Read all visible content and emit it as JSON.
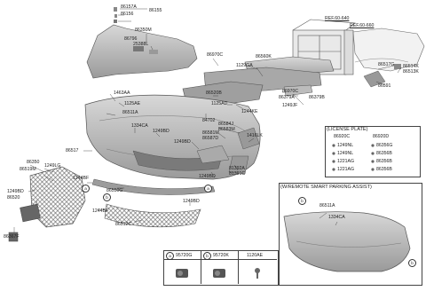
{
  "labels": {
    "p86157A": "86157A",
    "p86156": "86156",
    "p86155": "86155",
    "p86350M": "86350M",
    "p86796": "86796",
    "p25388L": "25388L",
    "p86970C": "86970C",
    "p86560K": "86560K",
    "p1129GA": "1129GA",
    "ref1": "REF.60-640",
    "ref2": "REF.60-660",
    "p86517G": "86517G",
    "p86514K": "86514K",
    "p86513K": "86513K",
    "p86591": "86591",
    "p86970C_2": "86970C",
    "p86379A": "86379A",
    "p86379B": "86379B",
    "p1249JF": "1249JF",
    "p86520B": "86520B",
    "p1125AD": "1125AD",
    "p1244KE": "1244KE",
    "p84702": "84702",
    "p1463AA": "1463AA",
    "p1125AE": "1125AE",
    "p86511A": "86511A",
    "p1334CA": "1334CA",
    "p1249BD_1": "1249BD",
    "p86584J": "86584J",
    "p86583M": "86583M",
    "p86581M": "86581M",
    "p86587D": "86587D",
    "p1416LK": "1416LK",
    "p1249BD_2": "1249BD",
    "p86517": "86517",
    "p86350": "86350",
    "p86519M": "86519M",
    "p1249LG": "1249LG",
    "p1249BD_3": "1249BD",
    "p86520": "86520",
    "p1244BF_1": "1244BF",
    "p86550G": "86550G",
    "p1249BD_4": "1249BD",
    "p81392A": "81392A",
    "p81391C": "81391C",
    "p1244BF_2": "1244BF",
    "p86512C": "86512C",
    "p1249BD_5": "1249BD",
    "p86367F": "86367F"
  },
  "license_plate": {
    "title": "(LICENSE PLATE)",
    "col1_header": "86920C",
    "col2_header": "86920D",
    "rows": [
      {
        "left": "1249NL",
        "right": "86356G"
      },
      {
        "left": "1249NL",
        "right": "86356B"
      },
      {
        "left": "1221AG",
        "right": "86356B"
      },
      {
        "left": "1221AG",
        "right": "86356B"
      }
    ]
  },
  "smart_parking": {
    "title": "(W/REMOTE SMART PARKING ASSIST)",
    "p86511A": "86511A",
    "p1334CA": "1334CA",
    "marker": "b"
  },
  "legend": {
    "items": [
      {
        "marker": "a",
        "part": "95720G"
      },
      {
        "marker": "b",
        "part": "95720K"
      },
      {
        "marker": "",
        "part": "1120AE"
      }
    ]
  },
  "callouts": {
    "a1": "a",
    "a2": "a",
    "b1": "b",
    "b2": "b"
  },
  "colors": {
    "part_fill": "#b9b9b9",
    "part_stroke": "#5a5a5a",
    "line": "#333333"
  }
}
